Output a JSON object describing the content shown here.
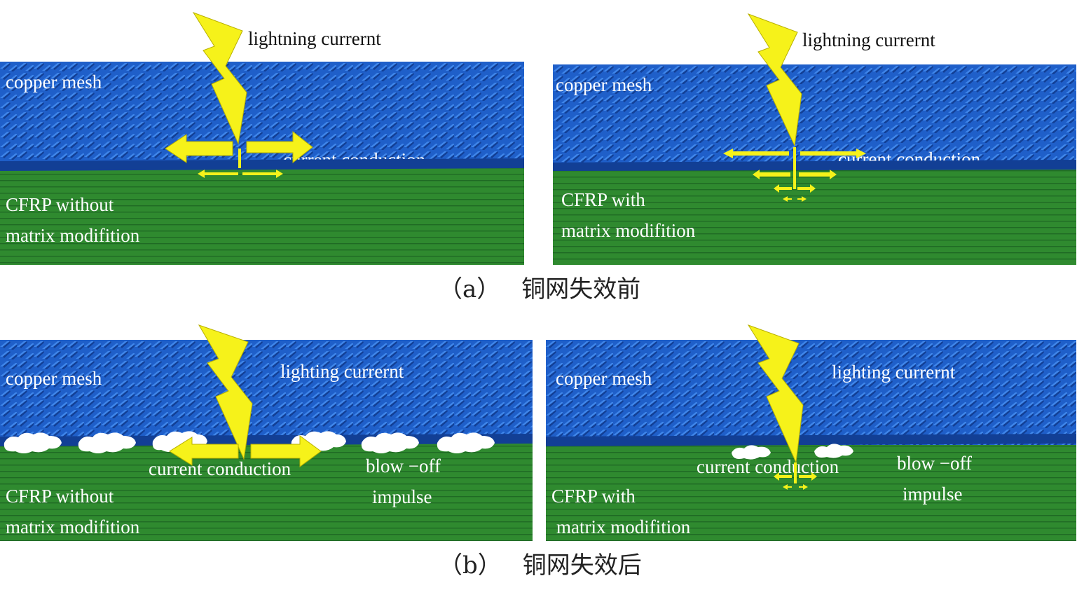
{
  "colors": {
    "mesh": "#1f5fc9",
    "mesh_dark": "#123f95",
    "mesh_light": "#3f86ea",
    "cfrp": "#2f8a2f",
    "cfrp_line": "#1f6a24",
    "bolt": "#f6f21a",
    "bolt_stroke": "#b8b000",
    "cloud": "#ffffff"
  },
  "panels": {
    "a_left": {
      "mesh_label": "copper mesh",
      "lightning_label": "lightning currernt",
      "conduction_label": "current conduction",
      "cfrp_label_1": "CFRP without",
      "cfrp_label_2": "matrix modifition"
    },
    "a_right": {
      "mesh_label": "copper mesh",
      "lightning_label": "lightning currernt",
      "conduction_label": "current conduction",
      "cfrp_label_1": "CFRP with",
      "cfrp_label_2": "matrix modifition"
    },
    "b_left": {
      "mesh_label": "copper mesh",
      "lightning_label": "lighting currernt",
      "conduction_label": "current conduction",
      "blowoff_label_1": "blow −off",
      "blowoff_label_2": "impulse",
      "cfrp_label_1": "CFRP without",
      "cfrp_label_2": "matrix modifition"
    },
    "b_right": {
      "mesh_label": "copper mesh",
      "lightning_label": "lighting currernt",
      "conduction_label": "current conduction",
      "blowoff_label_1": "blow −off",
      "blowoff_label_2": "impulse",
      "cfrp_label_1": "CFRP with",
      "cfrp_label_2": "matrix modifition"
    }
  },
  "captions": {
    "a_tag": "（a）",
    "a_text": "铜网失效前",
    "b_tag": "（b）",
    "b_text": "铜网失效后"
  }
}
